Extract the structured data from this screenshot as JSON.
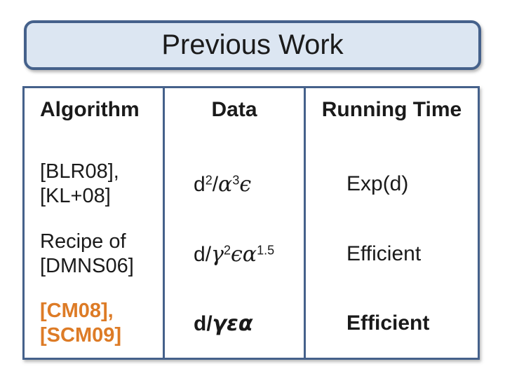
{
  "slide": {
    "title": "Previous Work"
  },
  "table": {
    "headers": [
      {
        "label": "Algorithm"
      },
      {
        "label": "Data"
      },
      {
        "label": "Running Time"
      }
    ],
    "rows": [
      {
        "algorithm_lines": [
          "[BLR08],",
          "[KL+08]"
        ],
        "formula_text": "d2/α3ϵ",
        "formula": [
          {
            "t": "d",
            "k": "p"
          },
          {
            "t": "2",
            "k": "s"
          },
          {
            "t": "/",
            "k": "p"
          },
          {
            "t": "α",
            "k": "g"
          },
          {
            "t": "3",
            "k": "s"
          },
          {
            "t": "ϵ",
            "k": "g"
          }
        ],
        "running_time": "Exp(d)",
        "emphasis": false
      },
      {
        "algorithm_lines": [
          "Recipe of",
          "[DMNS06]"
        ],
        "formula_text": "d/γ2ϵα1.5",
        "formula": [
          {
            "t": "d",
            "k": "p"
          },
          {
            "t": "/",
            "k": "p"
          },
          {
            "t": "γ",
            "k": "g"
          },
          {
            "t": "2",
            "k": "s"
          },
          {
            "t": "ϵ",
            "k": "g"
          },
          {
            "t": "α",
            "k": "g"
          },
          {
            "t": "1.5",
            "k": "s"
          }
        ],
        "running_time": "Efficient",
        "emphasis": false
      },
      {
        "algorithm_lines": [
          "[CM08],",
          "[SCM09]"
        ],
        "formula_text": "d/γεα",
        "formula": [
          {
            "t": "d",
            "k": "p"
          },
          {
            "t": "/",
            "k": "p"
          },
          {
            "t": "γ",
            "k": "g"
          },
          {
            "t": "ε",
            "k": "g"
          },
          {
            "t": "α",
            "k": "g"
          }
        ],
        "running_time": "Efficient",
        "emphasis": true
      }
    ]
  },
  "colors": {
    "accent_orange": "#DD7B26",
    "border_blue": "#45618B",
    "title_fill": "#DCE6F2"
  }
}
